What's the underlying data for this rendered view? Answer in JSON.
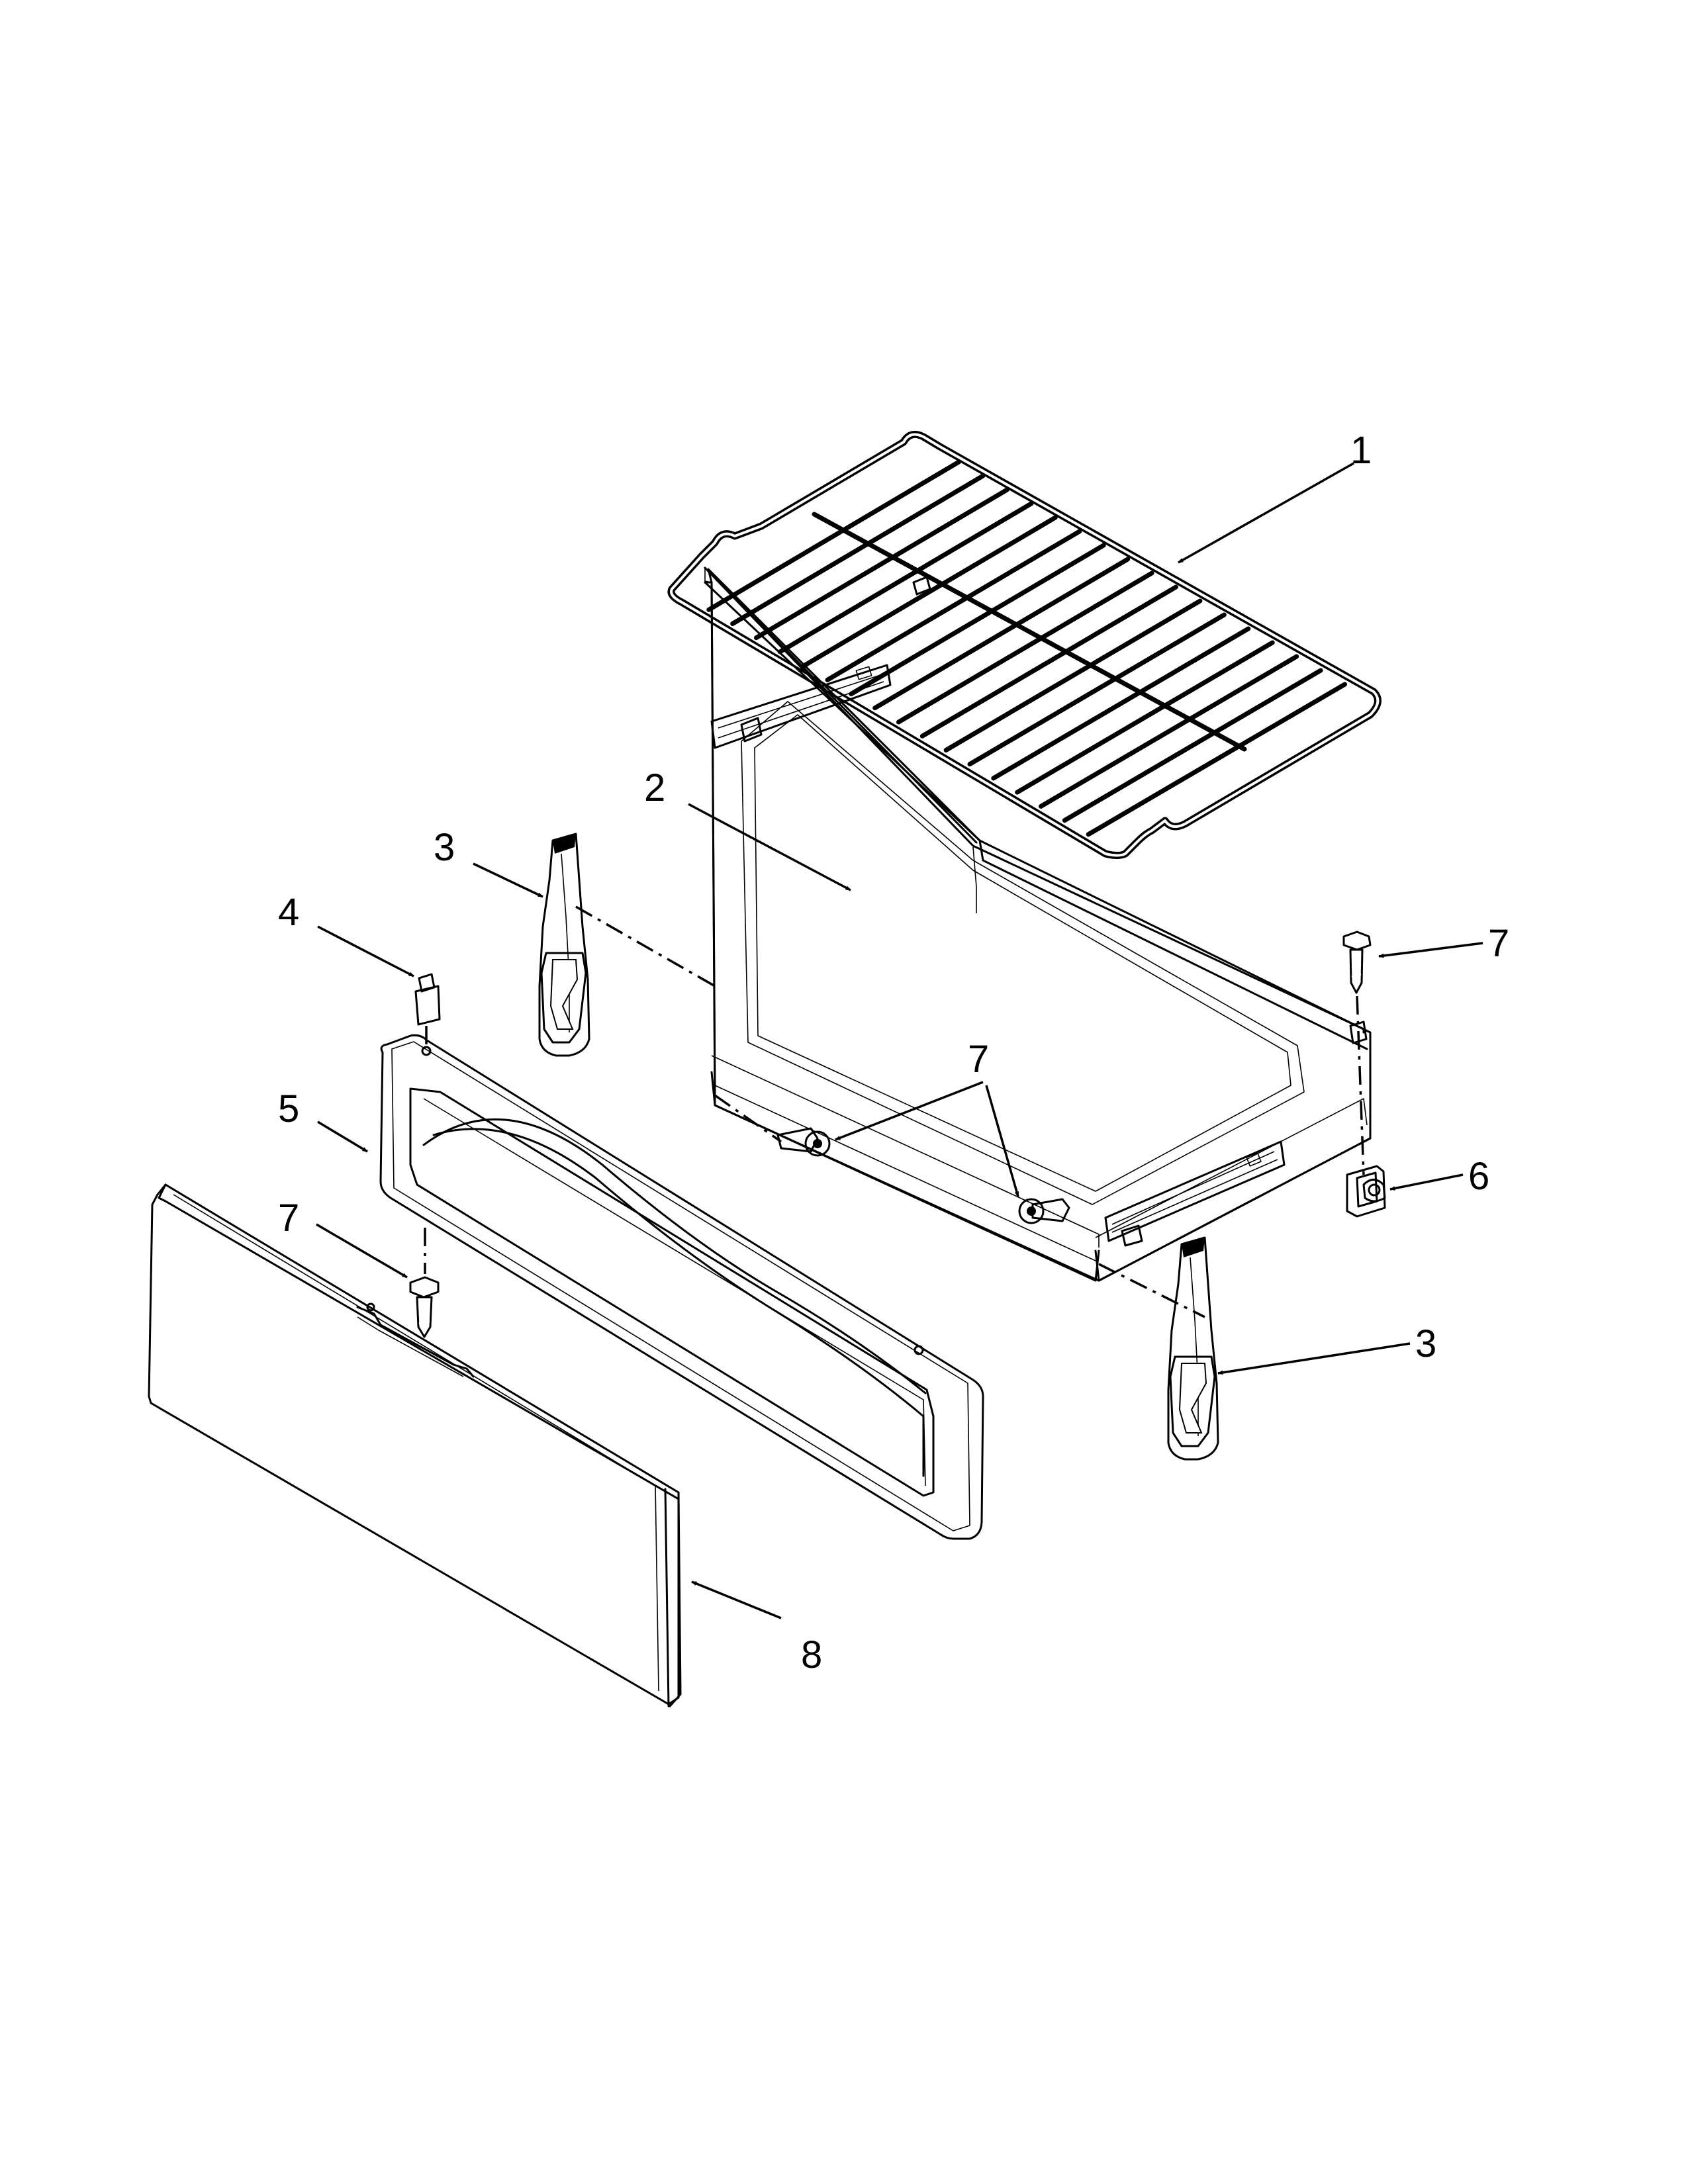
{
  "callouts": [
    {
      "id": "c1",
      "label": "1"
    },
    {
      "id": "c2",
      "label": "2"
    },
    {
      "id": "c3a",
      "label": "3"
    },
    {
      "id": "c3b",
      "label": "3"
    },
    {
      "id": "c4",
      "label": "4"
    },
    {
      "id": "c5",
      "label": "5"
    },
    {
      "id": "c6",
      "label": "6"
    },
    {
      "id": "c7a",
      "label": "7"
    },
    {
      "id": "c7b",
      "label": "7"
    },
    {
      "id": "c7c",
      "label": "7"
    },
    {
      "id": "c8",
      "label": "8"
    }
  ]
}
